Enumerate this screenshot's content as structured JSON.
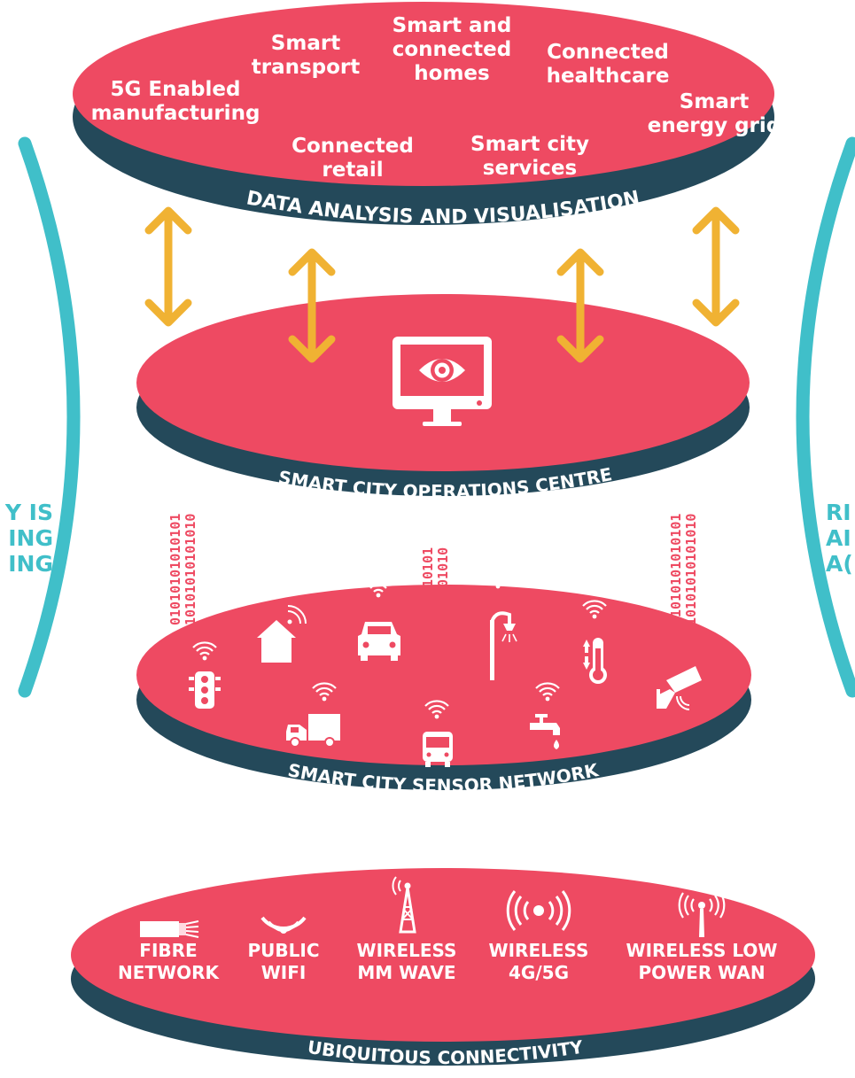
{
  "layers": {
    "analysis": {
      "caption": "DATA ANALYSIS AND VISUALISATION",
      "items": [
        {
          "lines": [
            "5G Enabled",
            "manufacturing"
          ]
        },
        {
          "lines": [
            "Smart",
            "transport"
          ]
        },
        {
          "lines": [
            "Smart and",
            "connected",
            "homes"
          ]
        },
        {
          "lines": [
            "Connected",
            "healthcare"
          ]
        },
        {
          "lines": [
            "Smart",
            "energy grid"
          ]
        },
        {
          "lines": [
            "Connected",
            "retail"
          ]
        },
        {
          "lines": [
            "Smart city",
            "services"
          ]
        }
      ]
    },
    "operations": {
      "caption": "SMART CITY OPERATIONS CENTRE",
      "icon": "monitor-eye-icon"
    },
    "sensors": {
      "caption": "SMART CITY SENSOR NETWORK",
      "icons": [
        "traffic-light-icon",
        "smart-home-icon",
        "connected-car-icon",
        "street-light-icon",
        "thermometer-icon",
        "cctv-camera-icon",
        "delivery-truck-icon",
        "bus-icon",
        "water-tap-icon"
      ]
    },
    "connectivity": {
      "caption": "UBIQUITOUS CONNECTIVITY",
      "items": [
        {
          "lines": [
            "FIBRE",
            "NETWORK"
          ],
          "icon": "fibre-cable-icon"
        },
        {
          "lines": [
            "PUBLIC",
            "WIFI"
          ],
          "icon": "wifi-icon"
        },
        {
          "lines": [
            "WIRELESS",
            "MM WAVE"
          ],
          "icon": "antenna-tower-icon"
        },
        {
          "lines": [
            "WIRELESS",
            "4G/5G"
          ],
          "icon": "wireless-broadcast-icon"
        },
        {
          "lines": [
            "WIRELESS LOW",
            "POWER WAN"
          ],
          "icon": "small-antenna-icon"
        }
      ]
    }
  },
  "side_text": {
    "left": [
      "Y IS",
      "ING",
      "ING"
    ],
    "right": [
      "RI",
      "AI",
      "A("
    ]
  },
  "binary_string": "010101010101010101010101010101010101",
  "colors": {
    "disc_red": "#ee4a62",
    "disc_edge": "#24495a",
    "arrow": "#f0b233",
    "teal": "#40bfc9",
    "binary": "#ee4a62"
  }
}
